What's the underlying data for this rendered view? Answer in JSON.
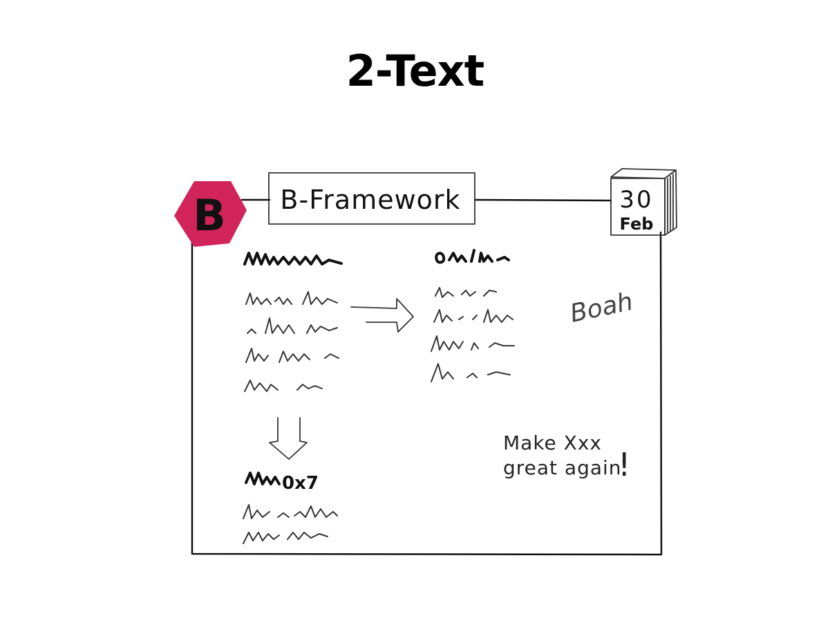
{
  "slide": {
    "title": "2-Text"
  },
  "frame": {
    "logo": {
      "letter": "B",
      "color": "#d0245a"
    },
    "header_title": "B-Framework",
    "calendar": {
      "day": "30",
      "month": "Feb"
    }
  },
  "annotations": {
    "boah": "Boah",
    "slogan_line1": "Make Xxx",
    "slogan_line2": "great again",
    "exclamation": "!"
  }
}
